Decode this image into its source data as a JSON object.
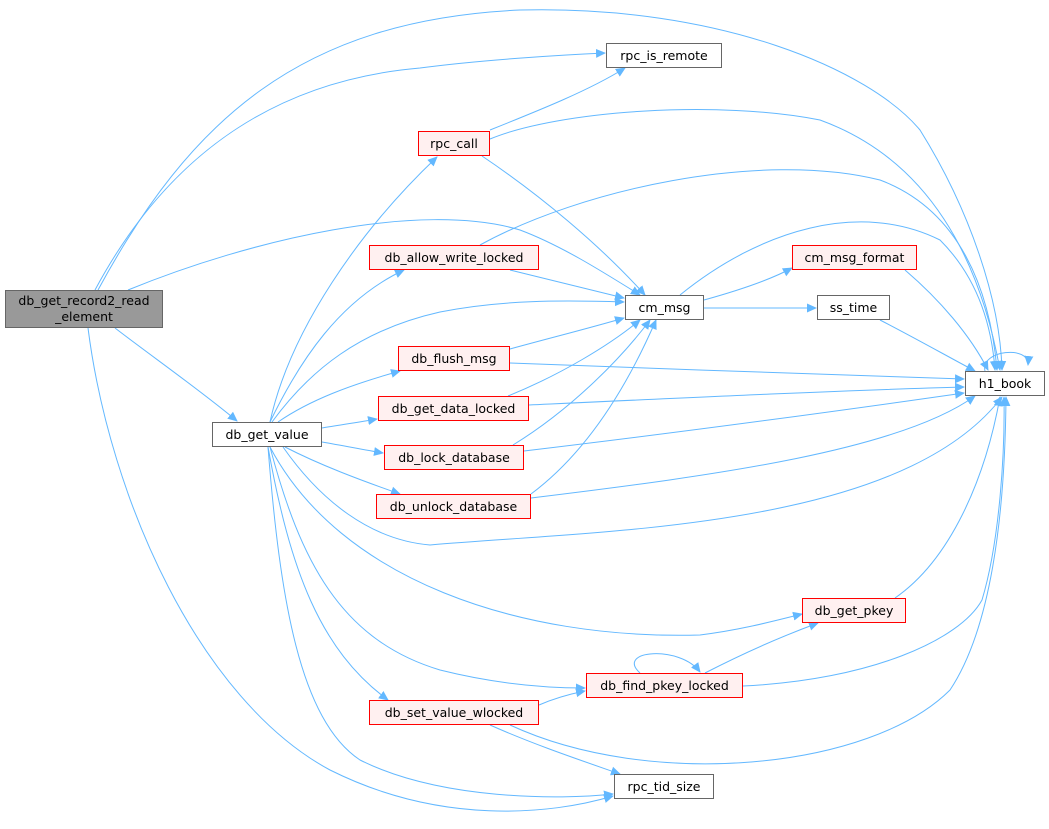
{
  "colors": {
    "edge": "#63b8ff",
    "root_fill": "#999999",
    "normal_border": "#666666",
    "highlight_fill": "#fff0f0",
    "highlight_border": "#ff0000"
  },
  "nodes": {
    "root": {
      "label": "db_get_record2_read\n_element"
    },
    "db_get_value": {
      "label": "db_get_value"
    },
    "rpc_is_remote": {
      "label": "rpc_is_remote"
    },
    "rpc_call": {
      "label": "rpc_call"
    },
    "db_allow_write_locked": {
      "label": "db_allow_write_locked"
    },
    "cm_msg": {
      "label": "cm_msg"
    },
    "cm_msg_format": {
      "label": "cm_msg_format"
    },
    "ss_time": {
      "label": "ss_time"
    },
    "db_flush_msg": {
      "label": "db_flush_msg"
    },
    "h1_book": {
      "label": "h1_book"
    },
    "db_get_data_locked": {
      "label": "db_get_data_locked"
    },
    "db_lock_database": {
      "label": "db_lock_database"
    },
    "db_unlock_database": {
      "label": "db_unlock_database"
    },
    "db_get_pkey": {
      "label": "db_get_pkey"
    },
    "db_find_pkey_locked": {
      "label": "db_find_pkey_locked"
    },
    "db_set_value_wlocked": {
      "label": "db_set_value_wlocked"
    },
    "rpc_tid_size": {
      "label": "rpc_tid_size"
    }
  },
  "edges": [
    [
      "root",
      "db_get_value"
    ],
    [
      "root",
      "rpc_is_remote"
    ],
    [
      "root",
      "cm_msg"
    ],
    [
      "root",
      "h1_book"
    ],
    [
      "root",
      "rpc_tid_size"
    ],
    [
      "db_get_value",
      "rpc_call"
    ],
    [
      "db_get_value",
      "db_allow_write_locked"
    ],
    [
      "db_get_value",
      "cm_msg"
    ],
    [
      "db_get_value",
      "db_flush_msg"
    ],
    [
      "db_get_value",
      "db_get_data_locked"
    ],
    [
      "db_get_value",
      "db_lock_database"
    ],
    [
      "db_get_value",
      "db_unlock_database"
    ],
    [
      "db_get_value",
      "h1_book"
    ],
    [
      "db_get_value",
      "db_get_pkey"
    ],
    [
      "db_get_value",
      "db_find_pkey_locked"
    ],
    [
      "db_get_value",
      "db_set_value_wlocked"
    ],
    [
      "db_get_value",
      "rpc_tid_size"
    ],
    [
      "rpc_call",
      "rpc_is_remote"
    ],
    [
      "rpc_call",
      "h1_book"
    ],
    [
      "rpc_call",
      "cm_msg"
    ],
    [
      "db_allow_write_locked",
      "cm_msg"
    ],
    [
      "db_allow_write_locked",
      "h1_book"
    ],
    [
      "cm_msg",
      "cm_msg_format"
    ],
    [
      "cm_msg",
      "ss_time"
    ],
    [
      "cm_msg",
      "h1_book"
    ],
    [
      "cm_msg_format",
      "h1_book"
    ],
    [
      "ss_time",
      "h1_book"
    ],
    [
      "h1_book",
      "h1_book"
    ],
    [
      "db_flush_msg",
      "cm_msg"
    ],
    [
      "db_flush_msg",
      "h1_book"
    ],
    [
      "db_get_data_locked",
      "cm_msg"
    ],
    [
      "db_get_data_locked",
      "h1_book"
    ],
    [
      "db_lock_database",
      "cm_msg"
    ],
    [
      "db_lock_database",
      "h1_book"
    ],
    [
      "db_unlock_database",
      "cm_msg"
    ],
    [
      "db_unlock_database",
      "h1_book"
    ],
    [
      "db_get_pkey",
      "h1_book"
    ],
    [
      "db_find_pkey_locked",
      "db_get_pkey"
    ],
    [
      "db_find_pkey_locked",
      "h1_book"
    ],
    [
      "db_find_pkey_locked",
      "db_find_pkey_locked"
    ],
    [
      "db_set_value_wlocked",
      "db_find_pkey_locked"
    ],
    [
      "db_set_value_wlocked",
      "h1_book"
    ],
    [
      "db_set_value_wlocked",
      "rpc_tid_size"
    ]
  ]
}
